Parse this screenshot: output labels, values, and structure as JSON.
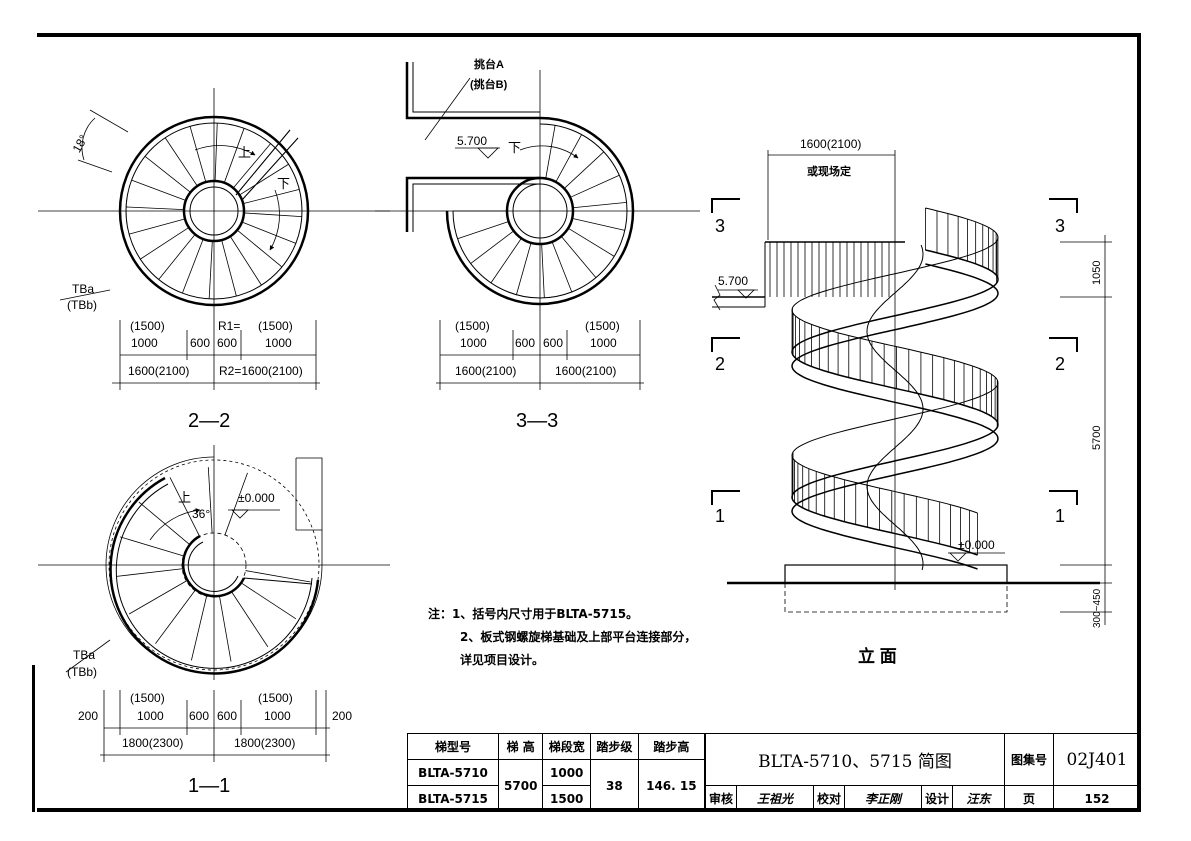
{
  "section_22": {
    "title": "2—2",
    "angle": "18°",
    "up": "上",
    "down": "下",
    "label_a": "TBa",
    "label_b": "(TBb)",
    "dim_top": [
      "(1500)",
      "R1=",
      "(1500)"
    ],
    "dim_mid": [
      "1000",
      "600",
      "600",
      "1000"
    ],
    "dim_bot": [
      "1600(2100)",
      "R2=1600(2100)"
    ]
  },
  "section_33": {
    "title": "3—3",
    "platform_a": "挑台A",
    "platform_b": "(挑台B)",
    "level": "5.700",
    "down": "下",
    "dim_top": [
      "(1500)",
      "(1500)"
    ],
    "dim_mid": [
      "1000",
      "600",
      "600",
      "1000"
    ],
    "dim_bot": [
      "1600(2100)",
      "1600(2100)"
    ]
  },
  "section_11": {
    "title": "1—1",
    "up": "上",
    "angle": "36°",
    "level": "±0.000",
    "label_a": "TBa",
    "label_b": "(TBb)",
    "dim_top": [
      "(1500)",
      "(1500)"
    ],
    "dim_mid": [
      "200",
      "1000",
      "600",
      "600",
      "1000",
      "200"
    ],
    "dim_bot": [
      "1800(2300)",
      "1800(2300)"
    ]
  },
  "elevation": {
    "title": "立 面",
    "width_dim": "1600(2100)",
    "width_note": "或现场定",
    "level_top": "5.700",
    "level_bottom": "±0.000",
    "section_marks": [
      "3",
      "3",
      "2",
      "2",
      "1",
      "1"
    ],
    "dim_right": [
      "1050",
      "5700",
      "300~450"
    ]
  },
  "notes": {
    "line1": "注：1、括号内尺寸用于BLTA-5715。",
    "line2": "2、板式钢螺旋梯基础及上部平台连接部分，",
    "line3": "详见项目设计。"
  },
  "title_block": {
    "headers": [
      "梯型号",
      "梯 高",
      "梯段宽",
      "踏步级",
      "踏步高"
    ],
    "model1": "BLTA-5710",
    "model2": "BLTA-5715",
    "height": "5700",
    "width1": "1000",
    "width2": "1500",
    "steps": "38",
    "step_height": "146. 15",
    "drawing_title": "BLTA-5710、5715 简图",
    "atlas_label": "图集号",
    "atlas_no": "02J401",
    "review_label": "审核",
    "review_sig": "王祖光",
    "check_label": "校对",
    "check_sig": "李正刚",
    "design_label": "设计",
    "design_sig": "汪东",
    "page_label": "页",
    "page_no": "152"
  }
}
